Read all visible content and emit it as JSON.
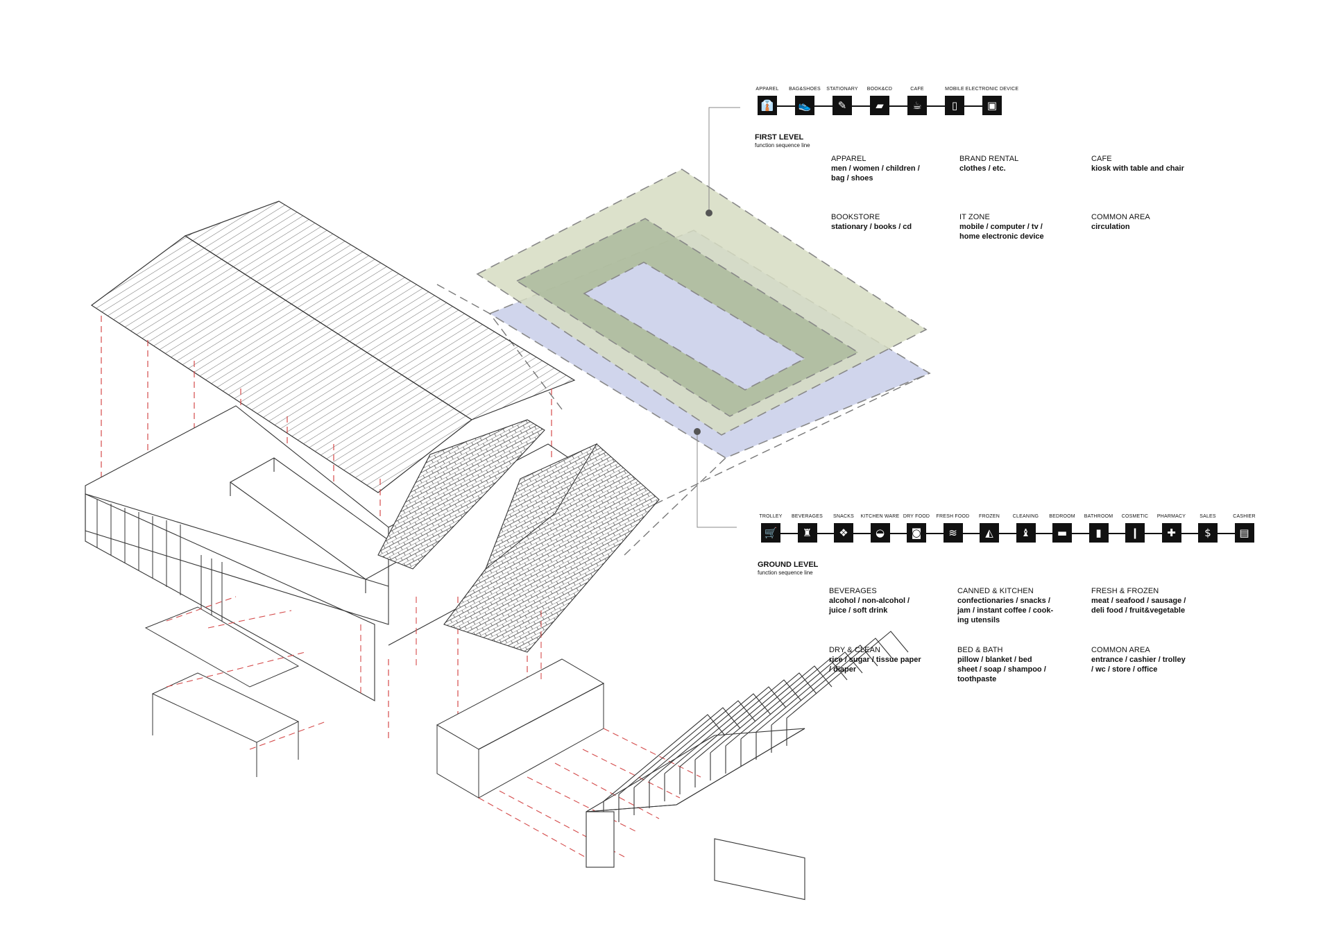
{
  "first_level": {
    "title": "FIRST LEVEL",
    "subtitle": "function sequence line",
    "icons": [
      {
        "label": "APPAREL",
        "icon": "shirt-icon",
        "glyph": "👔"
      },
      {
        "label": "BAG&SHOES",
        "icon": "shoe-icon",
        "glyph": "👟"
      },
      {
        "label": "STATIONARY",
        "icon": "pen-icon",
        "glyph": "✎"
      },
      {
        "label": "BOOK&CD",
        "icon": "book-icon",
        "glyph": "▰"
      },
      {
        "label": "CAFE",
        "icon": "coffee-cup-icon",
        "glyph": "☕"
      },
      {
        "label": "MOBILE",
        "icon": "mobile-phone-icon",
        "glyph": "▯"
      },
      {
        "label": "ELECTRONIC DEVICE",
        "icon": "television-icon",
        "glyph": "▣"
      }
    ],
    "zones": [
      {
        "heading": "APPAREL",
        "body": [
          "men / women / children /",
          "bag / shoes"
        ]
      },
      {
        "heading": "BRAND RENTAL",
        "body": [
          "clothes / etc."
        ]
      },
      {
        "heading": "CAFE",
        "body": [
          "kiosk with table and chair"
        ]
      },
      {
        "heading": "BOOKSTORE",
        "body": [
          "stationary / books / cd"
        ]
      },
      {
        "heading": "IT ZONE",
        "body": [
          "mobile / computer / tv /",
          "home electronic device"
        ]
      },
      {
        "heading": "COMMON AREA",
        "body": [
          "circulation"
        ]
      }
    ]
  },
  "ground_level": {
    "title": "GROUND LEVEL",
    "subtitle": "function sequence line",
    "icons": [
      {
        "label": "TROLLEY",
        "icon": "trolley-icon",
        "glyph": "🛒"
      },
      {
        "label": "BEVERAGES",
        "icon": "bottle-icon",
        "glyph": "♜"
      },
      {
        "label": "SNACKS",
        "icon": "snacks-icon",
        "glyph": "❖"
      },
      {
        "label": "KITCHEN WARE",
        "icon": "cookware-icon",
        "glyph": "◒"
      },
      {
        "label": "DRY FOOD",
        "icon": "dry-food-bag-icon",
        "glyph": "◙"
      },
      {
        "label": "FRESH FOOD",
        "icon": "fish-icon",
        "glyph": "≋"
      },
      {
        "label": "FROZEN",
        "icon": "cheese-icon",
        "glyph": "◭"
      },
      {
        "label": "CLEANING",
        "icon": "spray-bottle-icon",
        "glyph": "♝"
      },
      {
        "label": "BEDROOM",
        "icon": "pillow-icon",
        "glyph": "▬"
      },
      {
        "label": "BATHROOM",
        "icon": "shampoo-bottle-icon",
        "glyph": "▮"
      },
      {
        "label": "COSMETIC",
        "icon": "lipstick-icon",
        "glyph": "❙"
      },
      {
        "label": "PHARMACY",
        "icon": "pill-icon",
        "glyph": "✚"
      },
      {
        "label": "SALES",
        "icon": "dollar-icon",
        "glyph": "$"
      },
      {
        "label": "CASHIER",
        "icon": "cash-register-icon",
        "glyph": "▤"
      }
    ],
    "zones": [
      {
        "heading": "BEVERAGES",
        "body": [
          "alcohol / non-alcohol /",
          "juice / soft drink"
        ]
      },
      {
        "heading": "CANNED & KITCHEN",
        "body": [
          "confectionaries / snacks /",
          "jam / instant coffee / cook-",
          "ing utensils"
        ]
      },
      {
        "heading": "FRESH & FROZEN",
        "body": [
          "meat / seafood / sausage /",
          "deli food / fruit&vegetable"
        ]
      },
      {
        "heading": "DRY & CLEAN",
        "body": [
          "rice / sugar / tissue paper",
          "/ diaper"
        ]
      },
      {
        "heading": "BED & BATH",
        "body": [
          "pillow / blanket / bed",
          "sheet / soap / shampoo /",
          "toothpaste"
        ]
      },
      {
        "heading": "COMMON AREA",
        "body": [
          "entrance / cashier / trolley",
          "/ wc / store / office"
        ]
      }
    ]
  },
  "colors": {
    "first_level_zone": "#d6dcc2",
    "first_level_core": "#a9b89a",
    "ground_level_zone": "#d0d5ec",
    "projection_line": "#d44a4a",
    "outline": "#333333",
    "guide": "#888888"
  }
}
